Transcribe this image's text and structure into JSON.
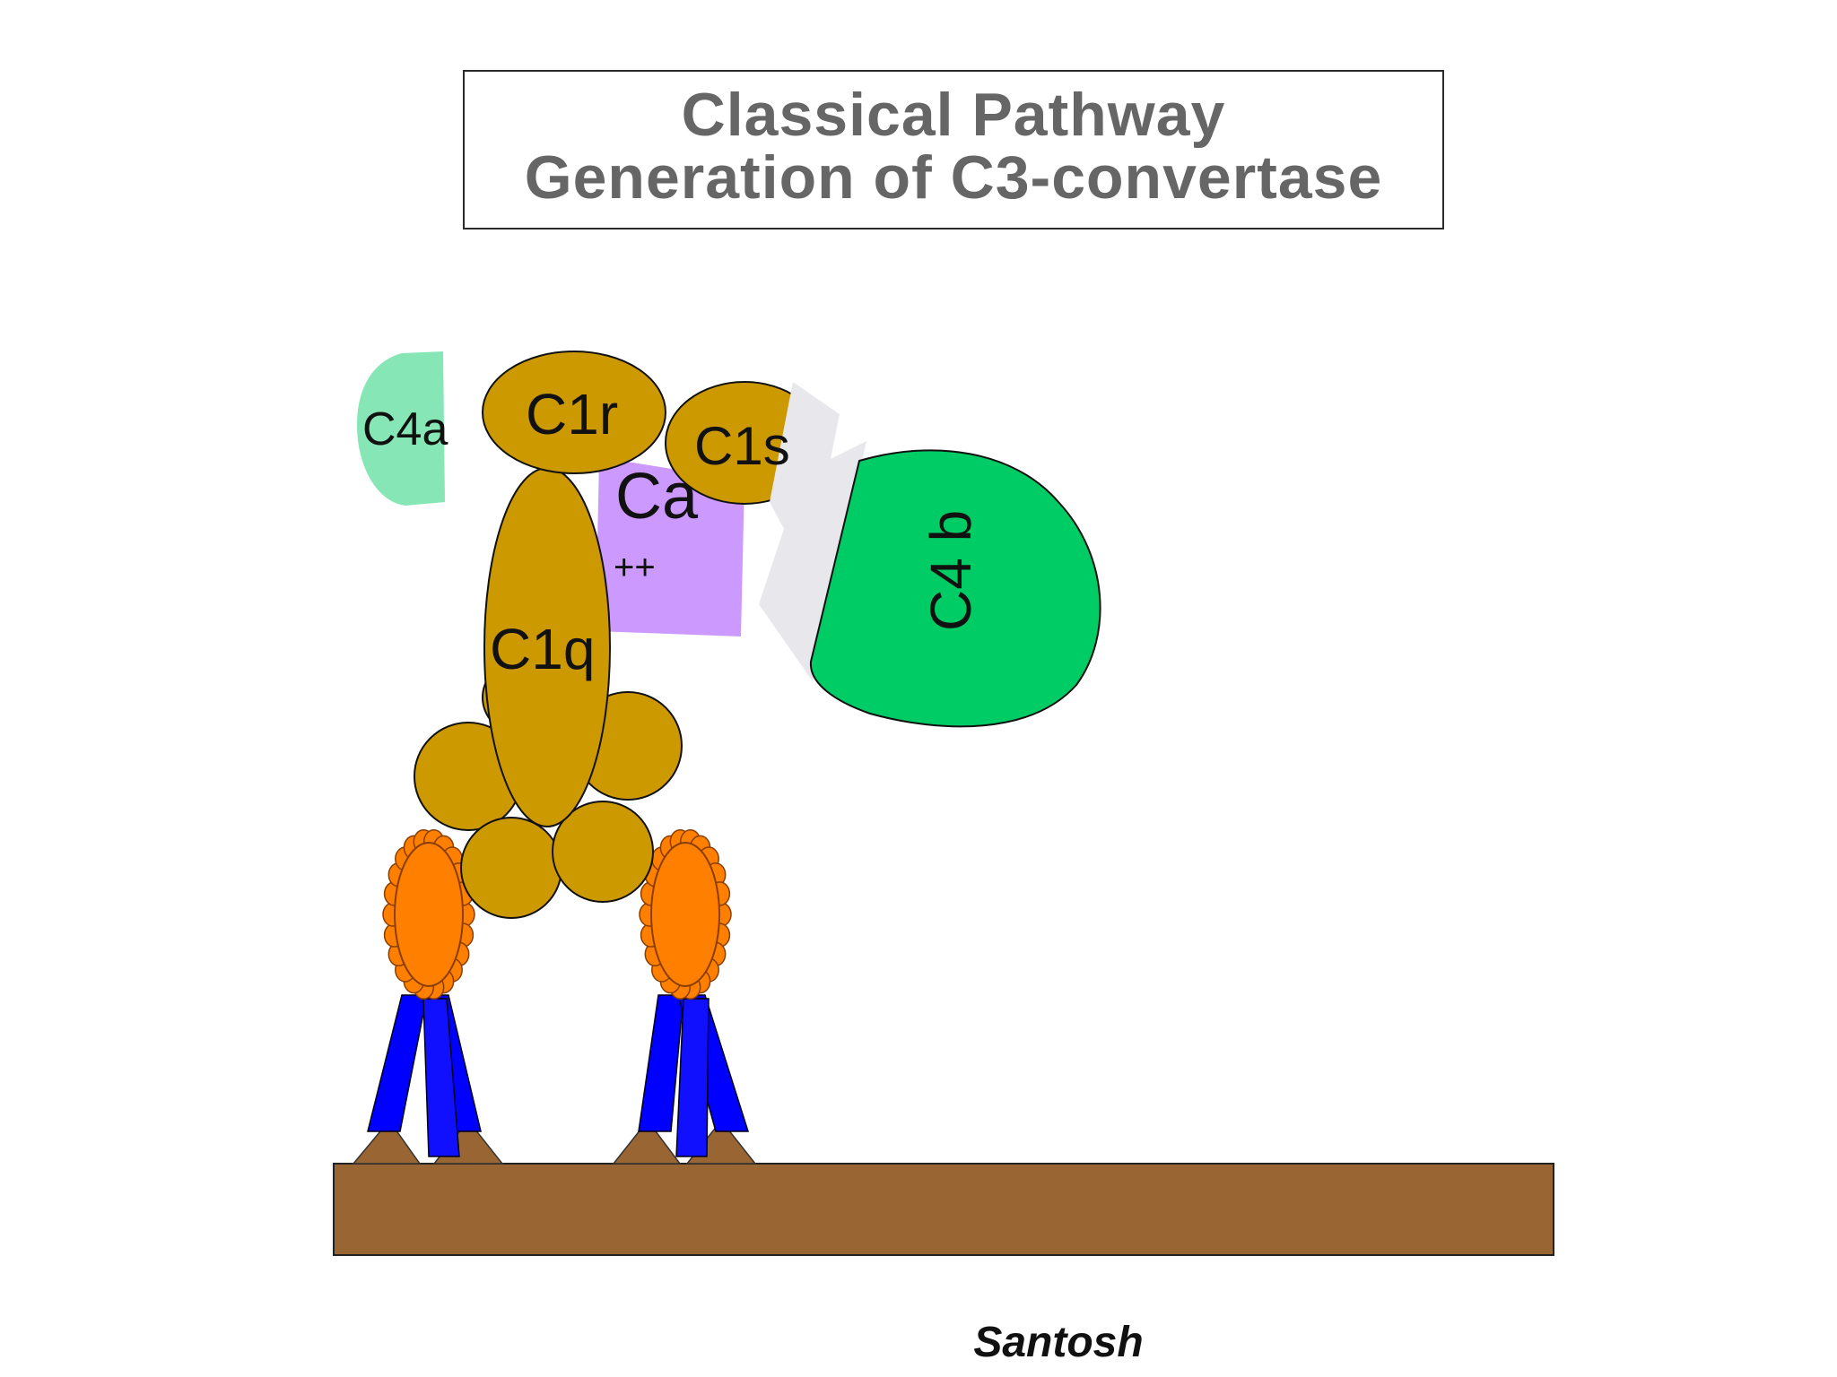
{
  "title": {
    "line1": "Classical Pathway",
    "line2": "Generation of C3-convertase"
  },
  "labels": {
    "c4a": "C4a",
    "c1r": "C1r",
    "c1s": "C1s",
    "ca": "Ca",
    "ca_charge": "++",
    "c1q": "C1q",
    "c4b": "C4 b"
  },
  "author": "Santosh",
  "colors": {
    "c1_gold": "#CC9900",
    "c4a_green": "#86E6B6",
    "c4b_green": "#00CC66",
    "calcium_purple": "#CC99FF",
    "cleavage_gray": "#E8E8EC",
    "membrane_brown": "#996633",
    "antibody_blue": "#0000FF",
    "antigen_orange": "#FF8000",
    "title_gray": "#666666"
  }
}
